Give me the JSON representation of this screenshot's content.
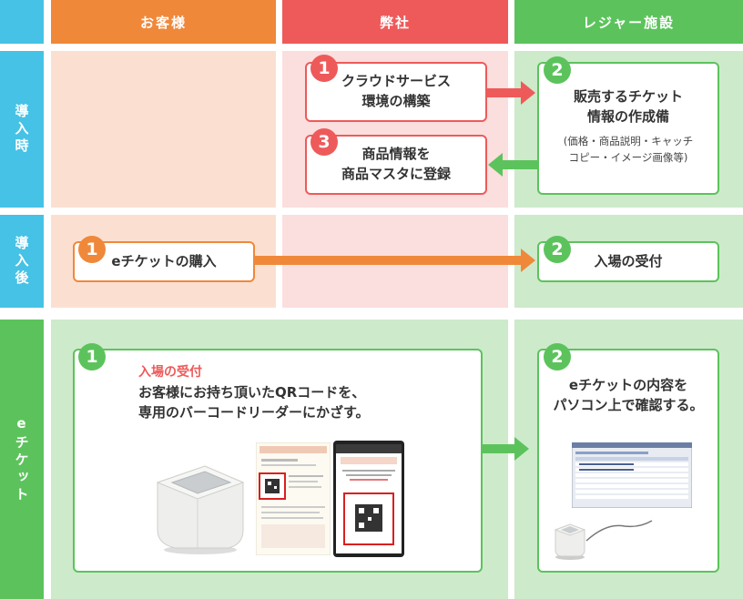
{
  "columns": [
    "お客様",
    "弊社",
    "レジャー施設"
  ],
  "rows": {
    "intro": "導入時",
    "after": "導入後",
    "eticket": "eチケット"
  },
  "steps": {
    "cloud": {
      "num": "1",
      "line1": "クラウドサービス",
      "line2": "環境の構築"
    },
    "ticket_info": {
      "num": "2",
      "line1": "販売するチケット",
      "line2": "情報の作成備",
      "note1": "(価格・商品説明・キャッチ",
      "note2": "コピー・イメージ画像等)"
    },
    "register": {
      "num": "3",
      "line1": "商品情報を",
      "line2": "商品マスタに登録"
    },
    "purchase": {
      "num": "1",
      "label": "eチケットの購入"
    },
    "reception": {
      "num": "2",
      "label": "入場の受付"
    },
    "scan": {
      "num": "1",
      "title": "入場の受付",
      "line1": "お客様にお持ち頂いたQRコードを、",
      "line2": "専用のバーコードリーダーにかざす。"
    },
    "confirm": {
      "num": "2",
      "line1": "eチケットの内容を",
      "line2": "パソコン上で確認する。"
    }
  },
  "colors": {
    "header_customer": "#f0883a",
    "header_company": "#ee5a5a",
    "header_facility": "#5cc35c",
    "row_label": "#45c2e6",
    "row_label_eticket": "#5cc35c",
    "bg_customer": "#fbe0d2",
    "bg_company": "#fbdede",
    "bg_facility": "#cdeacb",
    "bg_eticket": "#cdeacb"
  }
}
